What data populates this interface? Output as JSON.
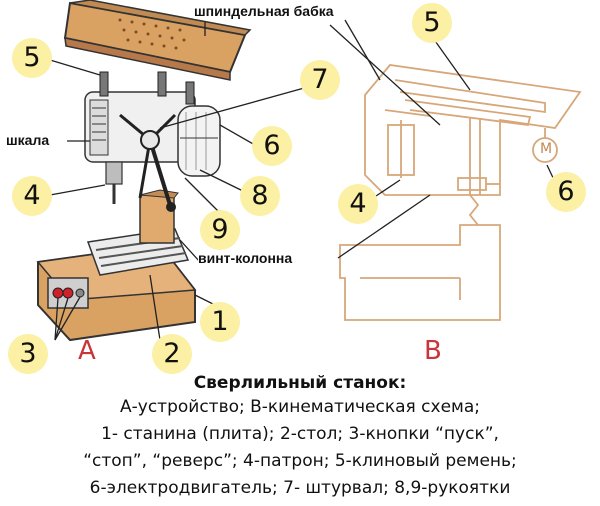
{
  "labels": {
    "spindle_head": "шпиндельная бабка",
    "scale": "шкала",
    "column_screw": "винт-колонна",
    "motor_symbol": "M"
  },
  "markers_a": {
    "n5": "5",
    "n7": "7",
    "n6": "6",
    "n4": "4",
    "n8": "8",
    "n9": "9",
    "n1": "1",
    "n2": "2",
    "n3": "3"
  },
  "markers_b": {
    "n5": "5",
    "n4": "4",
    "n6": "6"
  },
  "views": {
    "a": "А",
    "b": "В"
  },
  "caption": {
    "title": "Сверлильный станок:",
    "lines": [
      "А-устройство; В-кинематическая схема;",
      "1- станина (плита); 2-стол; 3-кнопки “пуск”,",
      "“стоп”, “реверс”; 4-патрон; 5-клиновый ремень;",
      "6-электродвигатель; 7- штурвал;  8,9-рукоятки"
    ]
  },
  "colors": {
    "badge_fill": "#fbf0a3",
    "machine_body": "#d9a162",
    "machine_dark": "#b8794a",
    "scheme_line": "#d7a77a",
    "view_letter": "#c8363b"
  }
}
